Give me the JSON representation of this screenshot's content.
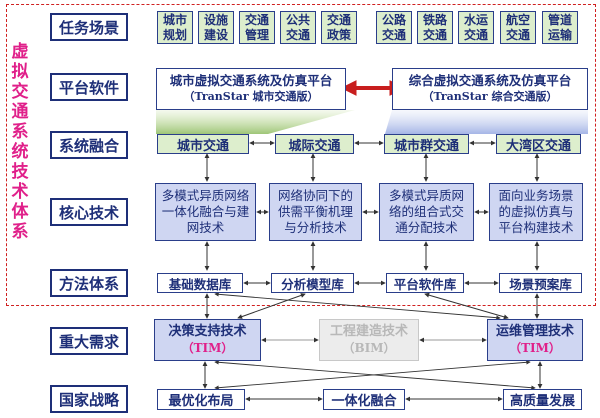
{
  "side_title": "虚拟交通系统技术体系",
  "layers": {
    "scenario": "任务场景",
    "platform": "平台软件",
    "fusion": "系统融合",
    "core": "核心技术",
    "method": "方法体系",
    "needs": "重大需求",
    "strategy": "国家战略"
  },
  "scenarios": {
    "urban": [
      "城市规划",
      "设施建设",
      "交通管理",
      "公共交通",
      "交通政策"
    ],
    "integrated": [
      "公路交通",
      "铁路交通",
      "水运交通",
      "航空交通",
      "管道运输"
    ]
  },
  "platforms": [
    {
      "title": "城市虚拟交通系统及仿真平台",
      "subtitle": "（TranStar 城市交通版）"
    },
    {
      "title": "综合虚拟交通系统及仿真平台",
      "subtitle": "（TranStar 综合交通版）"
    }
  ],
  "fusion": [
    "城市交通",
    "城际交通",
    "城市群交通",
    "大湾区交通"
  ],
  "core_tech": [
    "多模式异质网络一体化融合与建网技术",
    "网络协同下的供需平衡机理与分析技术",
    "多模式异质网络的组合式交通分配技术",
    "面向业务场景的虚拟仿真与平台构建技术"
  ],
  "methods": [
    "基础数据库",
    "分析模型库",
    "平台软件库",
    "场景预案库"
  ],
  "needs": [
    {
      "title": "决策支持技术",
      "abbr": "（TIM）",
      "active": true
    },
    {
      "title": "工程建造技术",
      "abbr": "（BIM）",
      "active": false
    },
    {
      "title": "运维管理技术",
      "abbr": "（TIM）",
      "active": true
    }
  ],
  "strategy": [
    "最优化布局",
    "一体化融合",
    "高质量发展"
  ],
  "colors": {
    "frame": "#d02020",
    "side_title": "#e0208a",
    "dark_blue": "#1e2f78",
    "green_fill": "#ddeecd",
    "blue_fill": "#cfd6f2",
    "accent_red": "#c81e1e"
  }
}
